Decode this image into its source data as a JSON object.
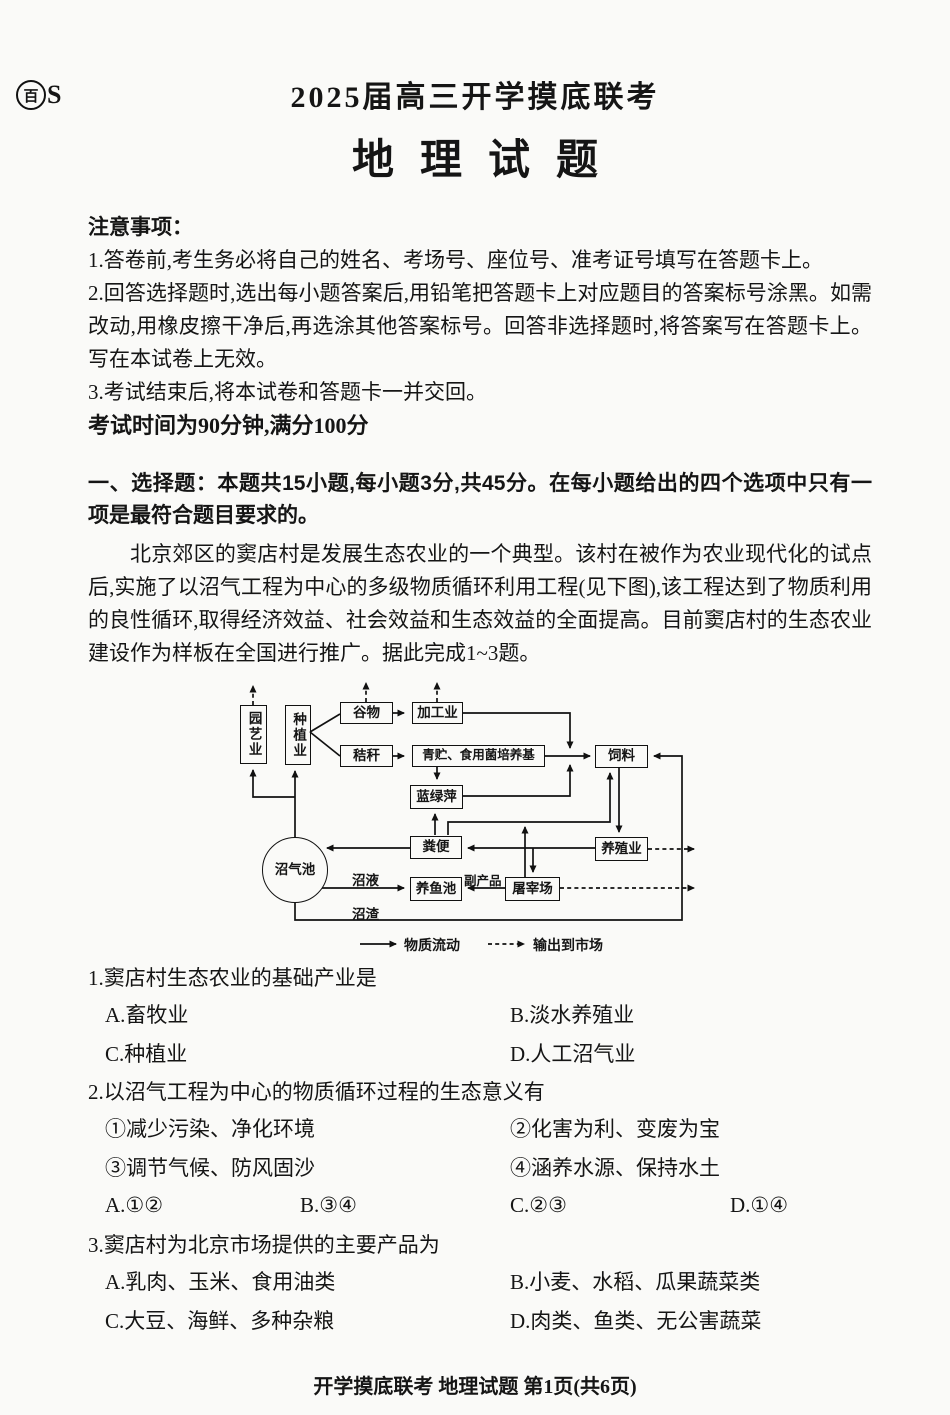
{
  "page": {
    "logo_circle": "百",
    "logo_s": "S",
    "title_line1": "2025届高三开学摸底联考",
    "title_line2": "地理试题",
    "footer": "开学摸底联考 地理试题 第1页(共6页)"
  },
  "notice": {
    "heading": "注意事项：",
    "items": [
      "1.答卷前,考生务必将自己的姓名、考场号、座位号、准考证号填写在答题卡上。",
      "2.回答选择题时,选出每小题答案后,用铅笔把答题卡上对应题目的答案标号涂黑。如需改动,用橡皮擦干净后,再选涂其他答案标号。回答非选择题时,将答案写在答题卡上。写在本试卷上无效。",
      "3.考试结束后,将本试卷和答题卡一并交回。"
    ],
    "exam_info": "考试时间为90分钟,满分100分"
  },
  "section": {
    "header": "一、选择题：本题共15小题,每小题3分,共45分。在每小题给出的四个选项中只有一项是最符合题目要求的。",
    "passage": "北京郊区的窦店村是发展生态农业的一个典型。该村在被作为农业现代化的试点后,实施了以沼气工程为中心的多级物质循环利用工程(见下图),该工程达到了物质利用的良性循环,取得经济效益、社会效益和生态效益的全面提高。目前窦店村的生态农业建设作为样板在全国进行推广。据此完成1~3题。"
  },
  "diagram": {
    "nodes": {
      "horticulture": "园艺业",
      "planting": "种植业",
      "grain": "谷物",
      "processing": "加工业",
      "straw": "秸秆",
      "silage": "青贮、食用菌培养基",
      "feed": "饲料",
      "azolla": "蓝绿萍",
      "manure": "粪便",
      "breeding": "养殖业",
      "biogas": "沼气池",
      "fishpond": "养鱼池",
      "slaughter": "屠宰场"
    },
    "labels": {
      "liquid": "沼液",
      "residue": "沼渣",
      "byproduct": "副产品"
    },
    "legend": {
      "solid": "物质流动",
      "dashed": "输出到市场"
    }
  },
  "questions": [
    {
      "stem": "1.窦店村生态农业的基础产业是",
      "options": [
        "A.畜牧业",
        "B.淡水养殖业",
        "C.种植业",
        "D.人工沼气业"
      ]
    },
    {
      "stem": "2.以沼气工程为中心的物质循环过程的生态意义有",
      "items": [
        "①减少污染、净化环境",
        "②化害为利、变废为宝",
        "③调节气候、防风固沙",
        "④涵养水源、保持水土"
      ],
      "options": [
        "A.①②",
        "B.③④",
        "C.②③",
        "D.①④"
      ]
    },
    {
      "stem": "3.窦店村为北京市场提供的主要产品为",
      "options": [
        "A.乳肉、玉米、食用油类",
        "B.小麦、水稻、瓜果蔬菜类",
        "C.大豆、海鲜、多种杂粮",
        "D.肉类、鱼类、无公害蔬菜"
      ]
    }
  ]
}
